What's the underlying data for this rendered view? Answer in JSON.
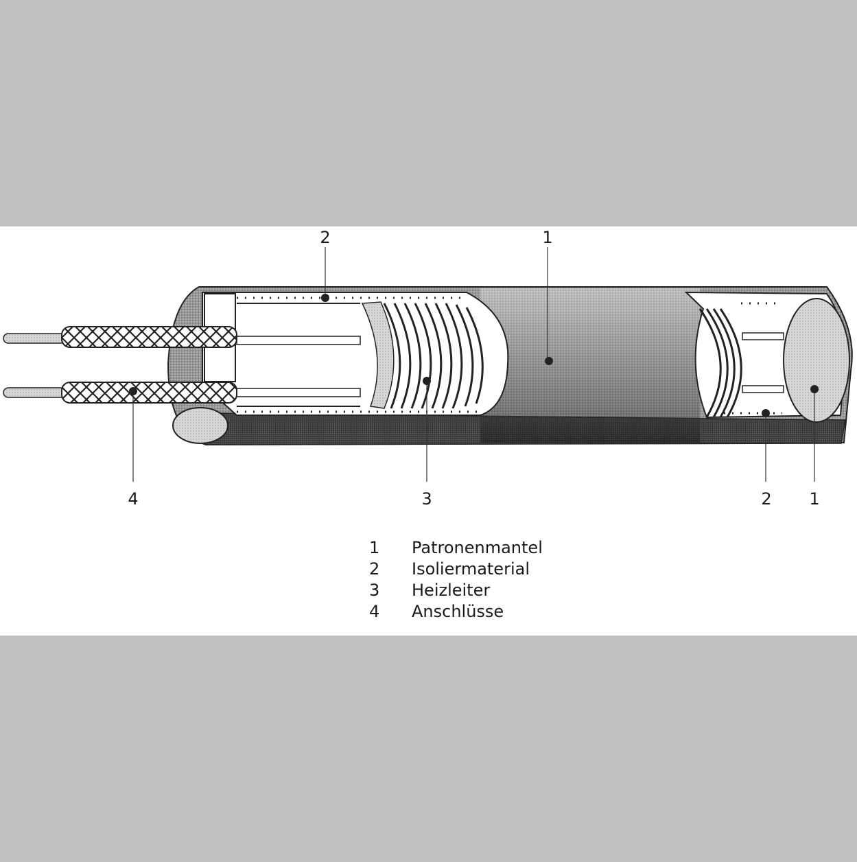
{
  "diagram": {
    "callouts": {
      "top_left": "2",
      "top_center": "1",
      "bottom_left": "4",
      "bottom_center": "3",
      "bottom_right_a": "2",
      "bottom_right_b": "1"
    },
    "legend": [
      {
        "num": "1",
        "label": "Patronenmantel"
      },
      {
        "num": "2",
        "label": "Isoliermaterial"
      },
      {
        "num": "3",
        "label": "Heizleiter"
      },
      {
        "num": "4",
        "label": "Anschlüsse"
      }
    ]
  }
}
